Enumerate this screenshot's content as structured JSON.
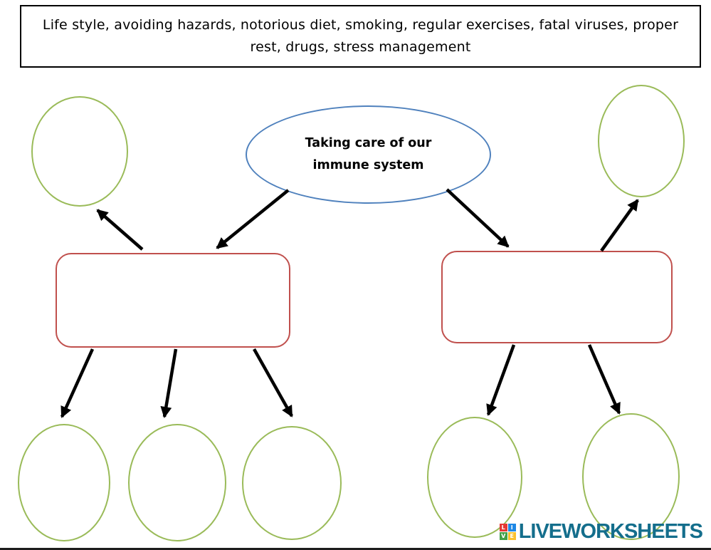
{
  "page": {
    "word_bank": "Life style, avoiding hazards, notorious diet, smoking, regular exercises, fatal viruses, proper rest, drugs, stress management",
    "central_topic": "Taking care of our immune system"
  },
  "colors": {
    "circle_outline": "#9abb59",
    "answer_box_outline": "#c0504d",
    "central_ellipse_outline": "#4f81bd",
    "arrow": "#000000",
    "logo_text_color": "#146e8c"
  },
  "logo": {
    "text": "LIVEWORKSHEETS",
    "tiles": [
      {
        "letter": "L",
        "color": "#e53935"
      },
      {
        "letter": "I",
        "color": "#1e88e5"
      },
      {
        "letter": "V",
        "color": "#43a047"
      },
      {
        "letter": "E",
        "color": "#fbc02d"
      }
    ]
  }
}
